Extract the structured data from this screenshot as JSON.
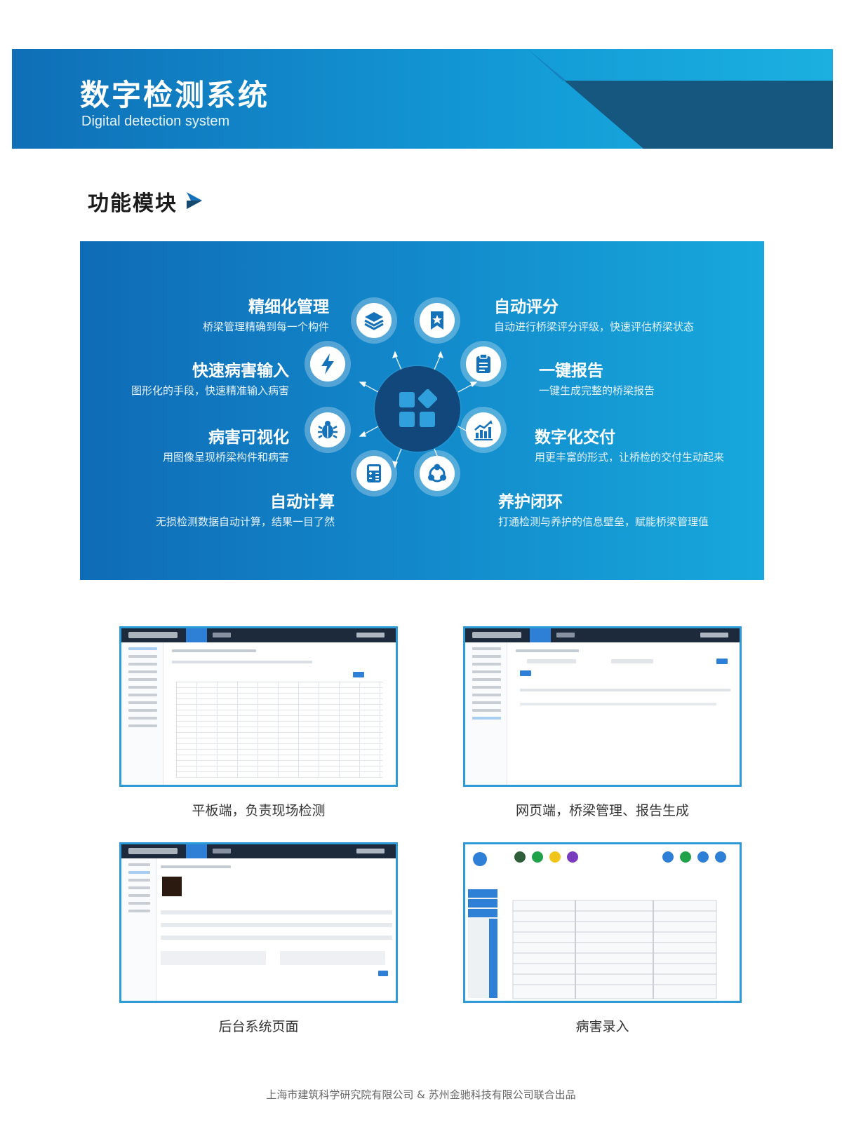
{
  "header": {
    "title": "数字检测系统",
    "subtitle": "Digital detection system"
  },
  "section": {
    "title": "功能模块"
  },
  "features": {
    "left": [
      {
        "title": "精细化管理",
        "desc": "桥梁管理精确到每一个构件",
        "icon": "layers-icon"
      },
      {
        "title": "快速病害输入",
        "desc": "图形化的手段，快速精准输入病害",
        "icon": "lightning-icon"
      },
      {
        "title": "病害可视化",
        "desc": "用图像呈现桥梁构件和病害",
        "icon": "bug-icon"
      },
      {
        "title": "自动计算",
        "desc": "无损检测数据自动计算，结果一目了然",
        "icon": "calculator-icon"
      }
    ],
    "right": [
      {
        "title": "自动评分",
        "desc": "自动进行桥梁评分评级，快速评估桥梁状态",
        "icon": "bookmark-star-icon"
      },
      {
        "title": "一键报告",
        "desc": "一键生成完整的桥梁报告",
        "icon": "clipboard-icon"
      },
      {
        "title": "数字化交付",
        "desc": "用更丰富的形式，让桥检的交付生动起来",
        "icon": "growth-chart-icon"
      },
      {
        "title": "养护闭环",
        "desc": "打通检测与养护的信息壁垒，赋能桥梁管理值",
        "icon": "cycle-icon"
      }
    ],
    "hub_icon": "modules-icon"
  },
  "screenshots": [
    {
      "caption": "平板端，负责现场检测"
    },
    {
      "caption": "网页端，桥梁管理、报告生成"
    },
    {
      "caption": "后台系统页面"
    },
    {
      "caption": "病害录入"
    }
  ],
  "footer": {
    "text": "上海市建筑科学研究院有限公司 & 苏州金驰科技有限公司联合出品"
  },
  "colors": {
    "banner_light": "#1aa6dc",
    "banner_dark": "#16577f",
    "panel_start": "#0f6bb6",
    "panel_end": "#17a8dc",
    "hub": "#11477a",
    "frame": "#2e9ad6"
  }
}
